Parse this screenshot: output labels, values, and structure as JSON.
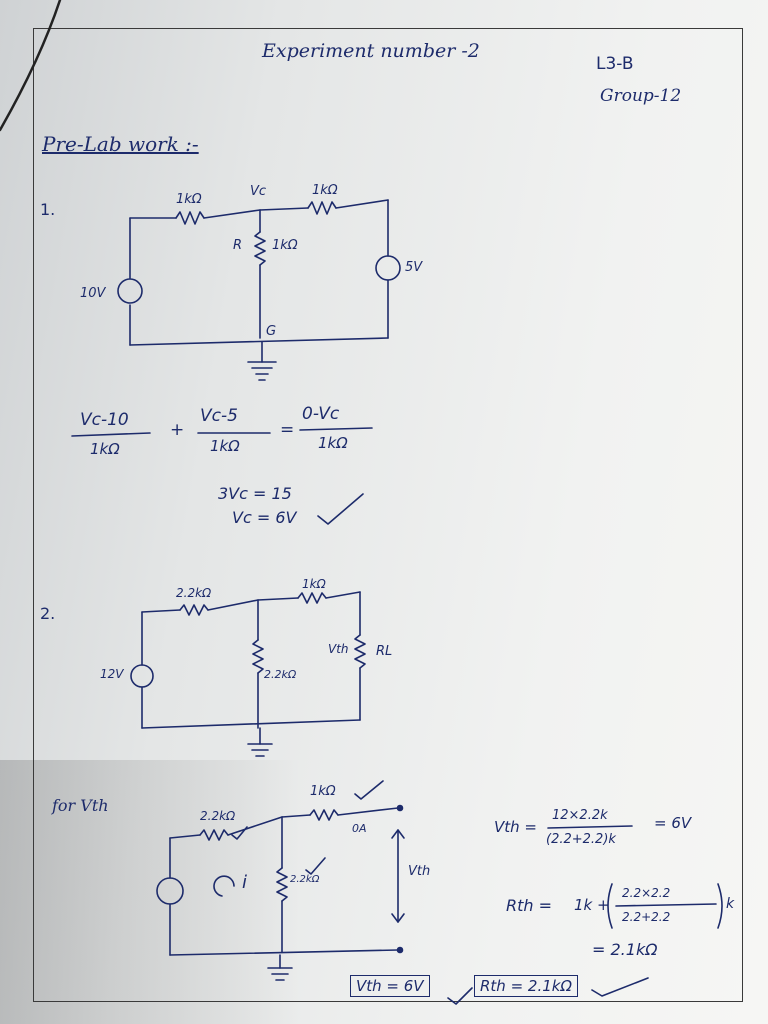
{
  "header": {
    "title": "Experiment number -2",
    "lab": "L3-B",
    "group": "Group-12"
  },
  "prelab_heading": "Pre-Lab work :-",
  "problem1": {
    "number": "1.",
    "source_left": "10V",
    "source_right": "5V",
    "resistor_left": "1kΩ",
    "resistor_right": "1kΩ",
    "resistor_mid_label": "R",
    "resistor_mid_value": "1kΩ",
    "node_top": "Vc",
    "node_bottom": "G",
    "eq_term1_num": "Vc-10",
    "eq_term1_den": "1kΩ",
    "eq_plus": "+",
    "eq_term2_num": "Vc-5",
    "eq_term2_den": "1kΩ",
    "eq_equals": "=",
    "eq_term3_num": "0-Vc",
    "eq_term3_den": "1kΩ",
    "result_line1": "3Vc = 15",
    "result_line2": "Vc = 6V"
  },
  "problem2": {
    "number": "2.",
    "source": "12V",
    "resistor_top_left": "2.2kΩ",
    "resistor_top_right": "1kΩ",
    "resistor_mid": "2.2kΩ",
    "load_label": "RL",
    "vth_label": "Vth"
  },
  "problem3": {
    "heading": "for Vth",
    "resistor_left": "2.2kΩ",
    "resistor_right": "1kΩ",
    "resistor_mid": "2.2kΩ",
    "current_label": "0A",
    "loop_label": "i",
    "vth_label": "Vth",
    "vth_eq_lhs": "Vth =",
    "vth_eq_num": "12×2.2k",
    "vth_eq_den": "(2.2+2.2)k",
    "vth_eq_result": "= 6V",
    "rth_eq_lhs": "Rth =",
    "rth_eq_term": "1k +",
    "rth_eq_num": "2.2×2.2",
    "rth_eq_den": "2.2+2.2",
    "rth_eq_unit": "k",
    "rth_eq_result": "= 2.1kΩ",
    "answer_vth": "Vth = 6V",
    "answer_rth": "Rth = 2.1kΩ"
  }
}
